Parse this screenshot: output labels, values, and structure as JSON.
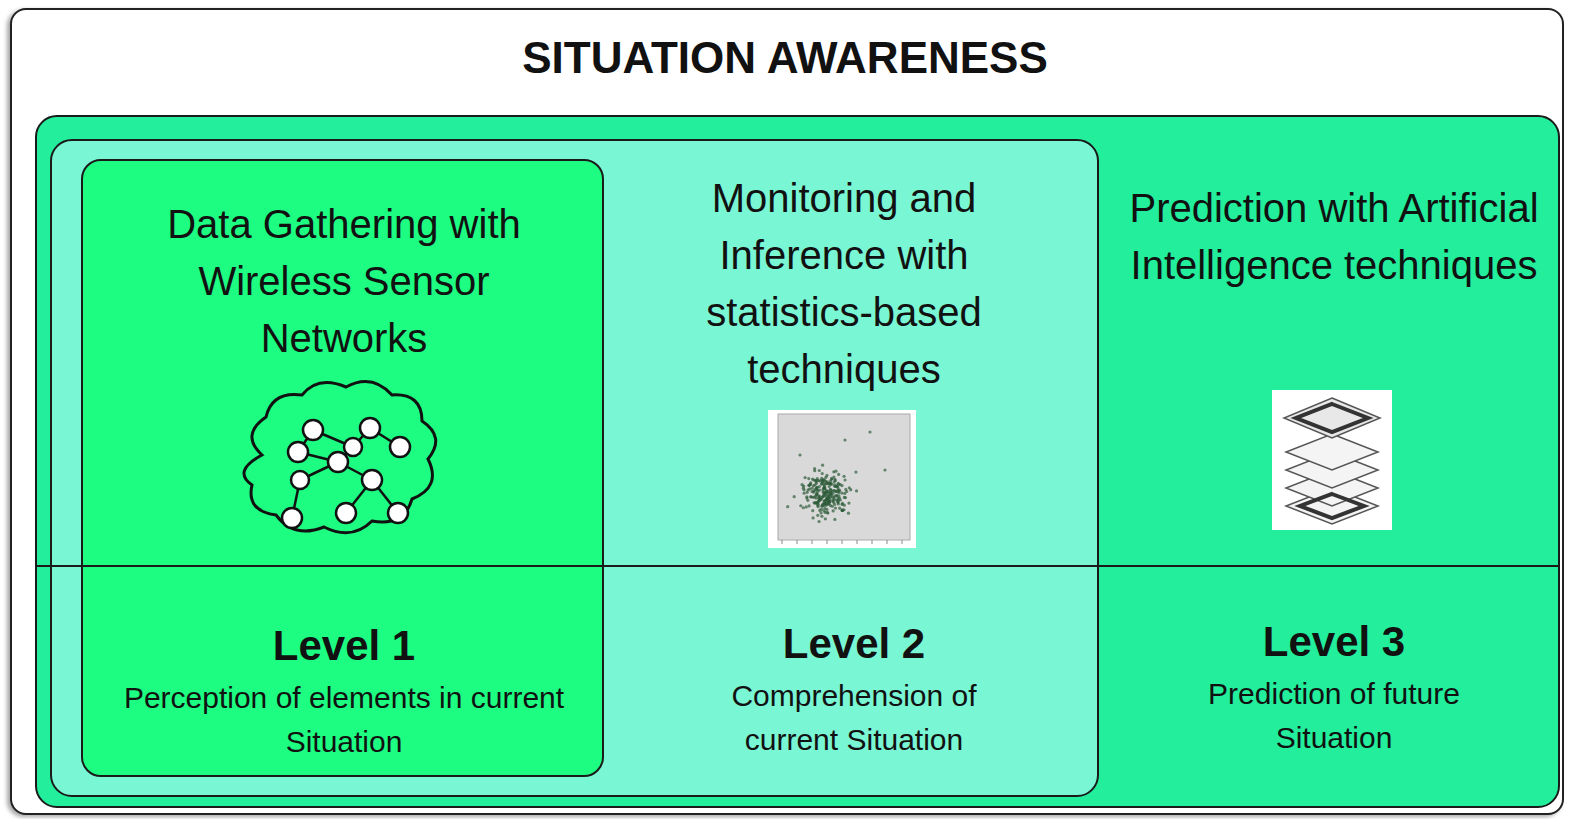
{
  "diagram": {
    "title": "SITUATION AWARENESS",
    "nodes": [
      {
        "text": [
          "Prediction with Artificial Intelligence techniques",
          "Level 3",
          "Prediction of future Situation"
        ]
      },
      {
        "text": [
          "Monitoring and Inference with statistics-based techniques",
          "Level 2",
          "Comprehension of current Situation"
        ],
        "in": 0
      },
      {
        "text": [
          "Data Gathering with Wireless Sensor Networks",
          "Level 1",
          "Perception of elements in current Situation"
        ],
        "in": 1
      }
    ]
  }
}
